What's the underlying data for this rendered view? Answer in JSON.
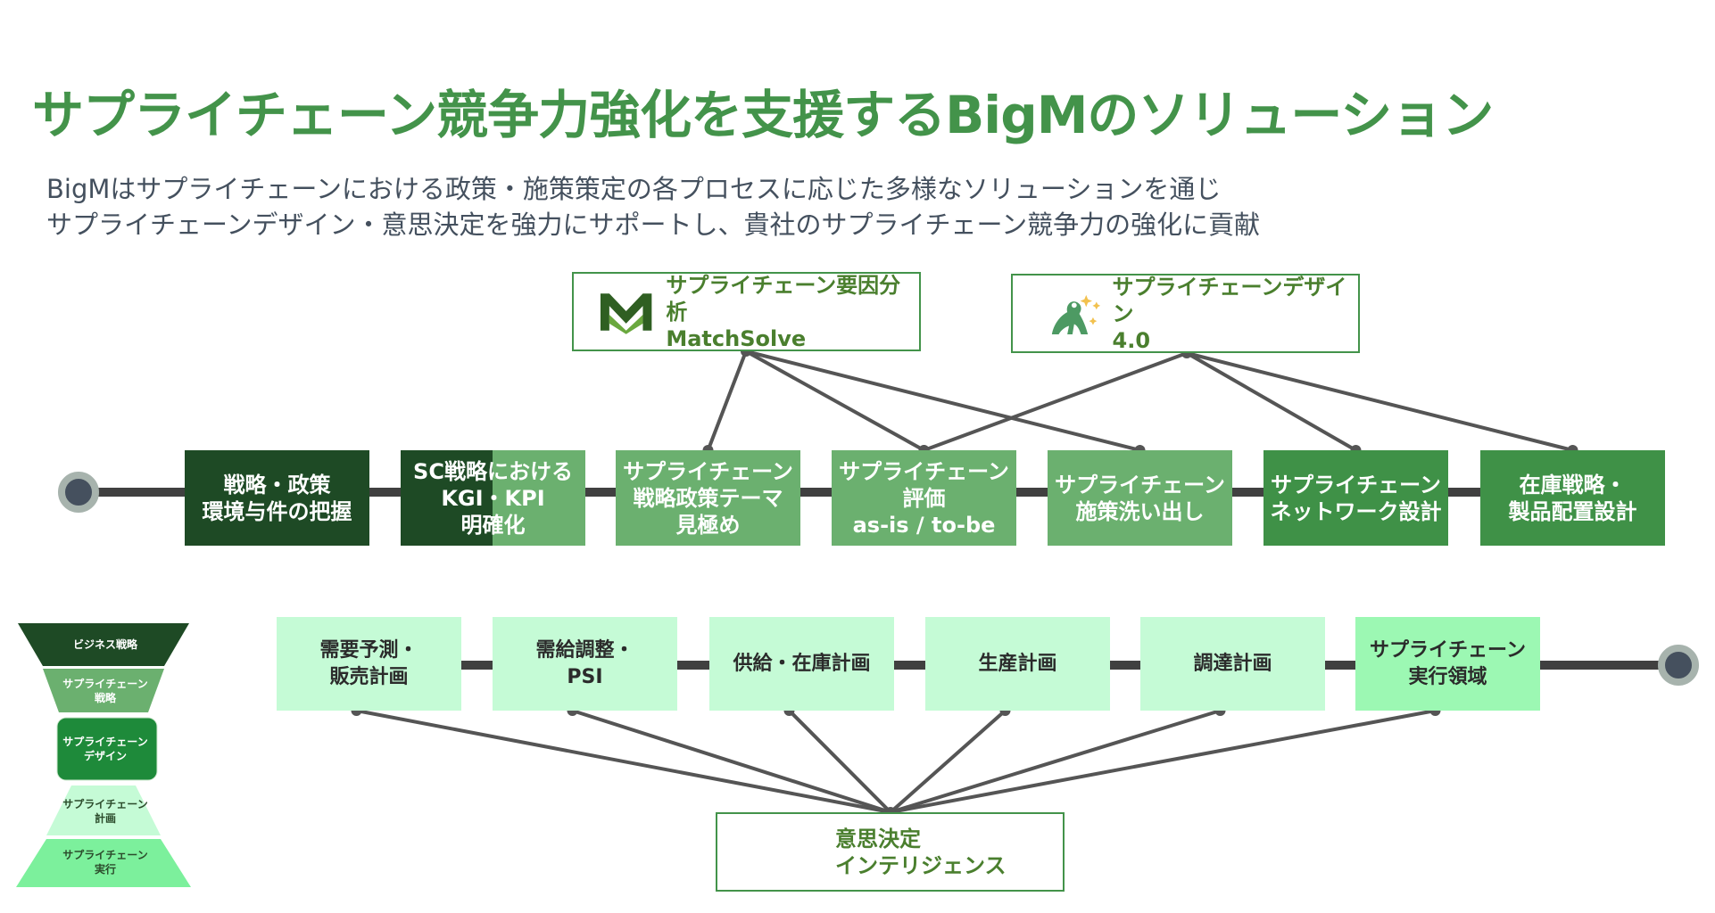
{
  "header": {
    "title": "サプライチェーン競争力強化を支援するBigMのソリューション",
    "subtitle_line1": "BigMはサプライチェーンにおける政策・施策策定の各プロセスに応じた多様なソリューションを通じ",
    "subtitle_line2": "サプライチェーンデザイン・意思決定を強力にサポートし、貴社のサプライチェーン競争力の強化に貢献"
  },
  "solutions": {
    "matchsolve": {
      "icon": "matchsolve-m-logo-icon",
      "label_jp": "サプライチェーン要因分析",
      "label_en": "MatchSolve"
    },
    "design40": {
      "icon": "frog-sparkle-logo-icon",
      "label_jp": "サプライチェーンデザイン",
      "label_en": "4.0"
    },
    "decision": {
      "label_line1": "意思決定",
      "label_line2": "インテリジェンス"
    }
  },
  "upper_steps": [
    {
      "label": "戦略・政策\n環境与件の把握",
      "color": "#1e4a25"
    },
    {
      "label": "SC戦略における\nKGI・KPI\n明確化",
      "color": "#1e4a25",
      "split_color": "#6bb06f"
    },
    {
      "label": "サプライチェーン\n戦略政策テーマ\n見極め",
      "color": "#6bb06f"
    },
    {
      "label": "サプライチェーン\n評価\nas-is / to-be",
      "color": "#6bb06f"
    },
    {
      "label": "サプライチェーン\n施策洗い出し",
      "color": "#6bb06f"
    },
    {
      "label": "サプライチェーン\nネットワーク設計",
      "color": "#3f9147"
    },
    {
      "label": "在庫戦略・\n製品配置設計",
      "color": "#3f9147"
    }
  ],
  "lower_steps": [
    {
      "label": "需要予測・\n販売計画",
      "color": "#c5fbd6"
    },
    {
      "label": "需給調整・\nPSI",
      "color": "#c5fbd6"
    },
    {
      "label": "供給・在庫計画",
      "color": "#c5fbd6"
    },
    {
      "label": "生産計画",
      "color": "#c5fbd6"
    },
    {
      "label": "調達計画",
      "color": "#c5fbd6"
    },
    {
      "label": "サプライチェーン\n実行領域",
      "color": "#9cf8b3"
    }
  ],
  "links": {
    "matchsolve_to_upper": [
      2,
      3,
      4
    ],
    "design40_to_upper": [
      3,
      5,
      6
    ],
    "lower_to_decision": [
      0,
      1,
      2,
      3,
      4,
      5
    ]
  },
  "pyramid": [
    {
      "label": "ビジネス戦略",
      "color": "#1e4a25"
    },
    {
      "label": "サプライチェーン\n戦略",
      "color": "#6bb06f"
    },
    {
      "label": "サプライチェーン\nデザイン",
      "color": "#1e8a3a"
    },
    {
      "label": "サプライチェーン\n計画",
      "color": "#c5fbd6"
    },
    {
      "label": "サプライチェーン\n実行",
      "color": "#7cf09c"
    }
  ],
  "colors": {
    "brand_green": "#43934a",
    "connector": "#555555",
    "timeline": "#404040",
    "node_fill": "#45505e",
    "node_ring": "#a7b3ad"
  }
}
